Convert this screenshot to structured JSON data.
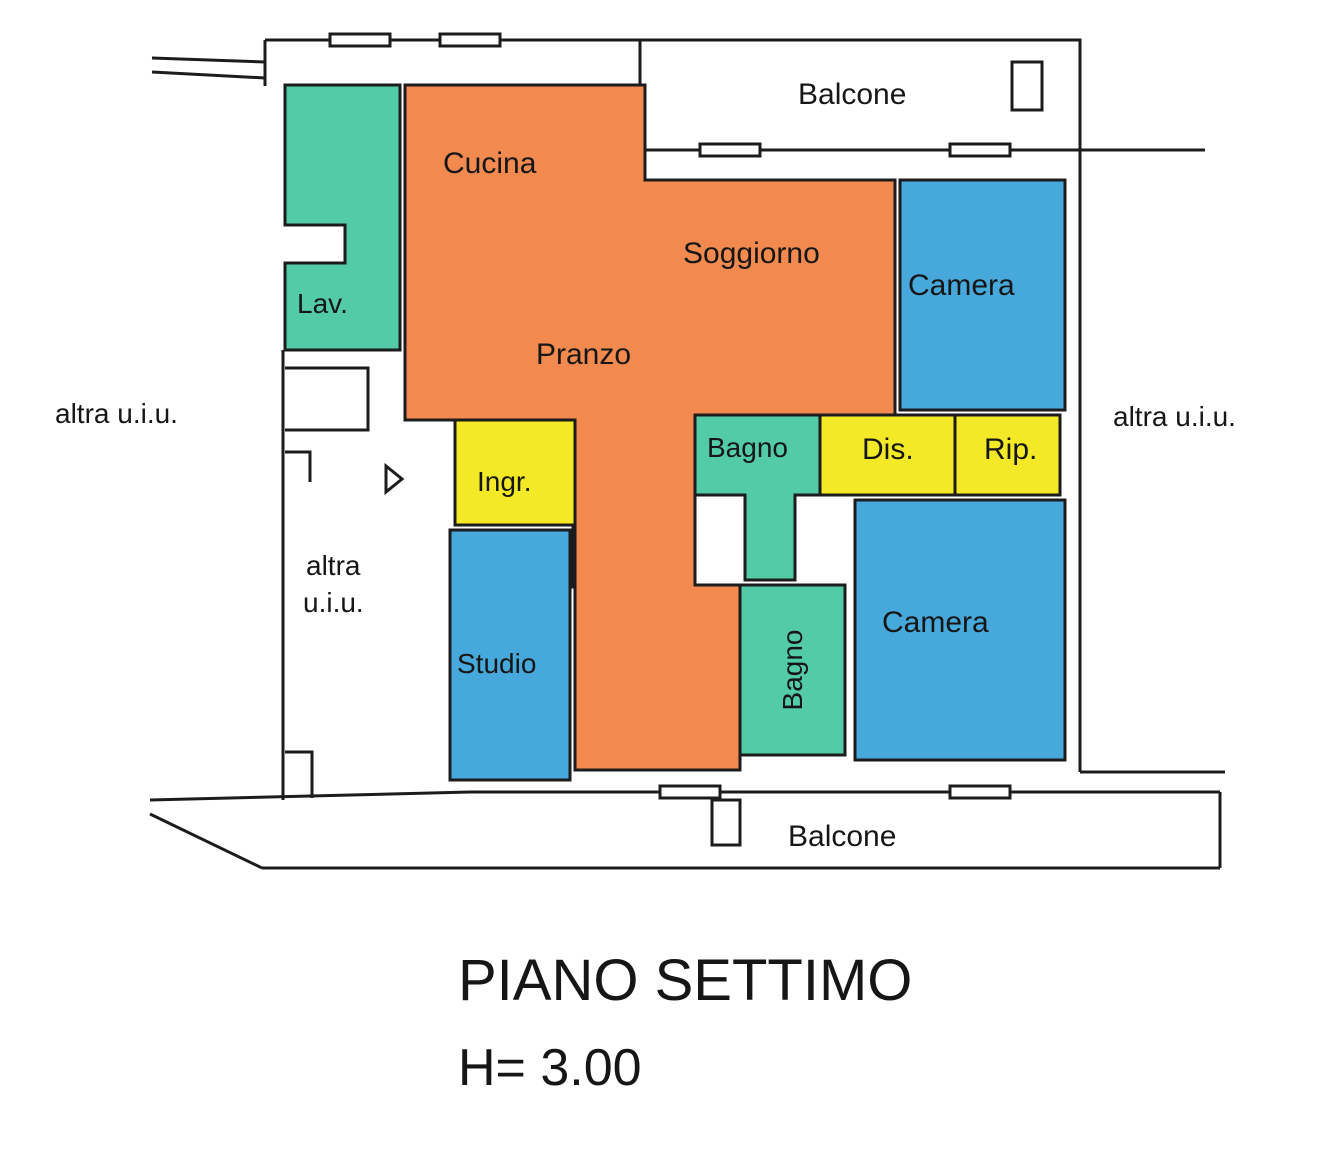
{
  "colors": {
    "orange": "#F28A50",
    "teal": "#53CBA7",
    "blue": "#47A9DB",
    "yellow": "#F4E926",
    "wall": "#1c1c1c"
  },
  "rooms": {
    "cucina": {
      "label": "Cucina"
    },
    "pranzo": {
      "label": "Pranzo"
    },
    "soggiorno": {
      "label": "Soggiorno"
    },
    "lav": {
      "label": "Lav."
    },
    "camera_top": {
      "label": "Camera"
    },
    "camera_bottom": {
      "label": "Camera"
    },
    "bagno_top": {
      "label": "Bagno"
    },
    "bagno_bottom": {
      "label": "Bagno"
    },
    "dis": {
      "label": "Dis."
    },
    "rip": {
      "label": "Rip."
    },
    "ingr": {
      "label": "Ingr."
    },
    "studio": {
      "label": "Studio"
    }
  },
  "balconies": {
    "top_label": "Balcone",
    "bottom_label": "Balcone"
  },
  "annotations": {
    "left": "altra u.i.u.",
    "right": "altra u.i.u.",
    "middle_line1": "altra",
    "middle_line2": "u.i.u."
  },
  "caption": {
    "floor": "PIANO SETTIMO",
    "height": "H= 3.00"
  }
}
